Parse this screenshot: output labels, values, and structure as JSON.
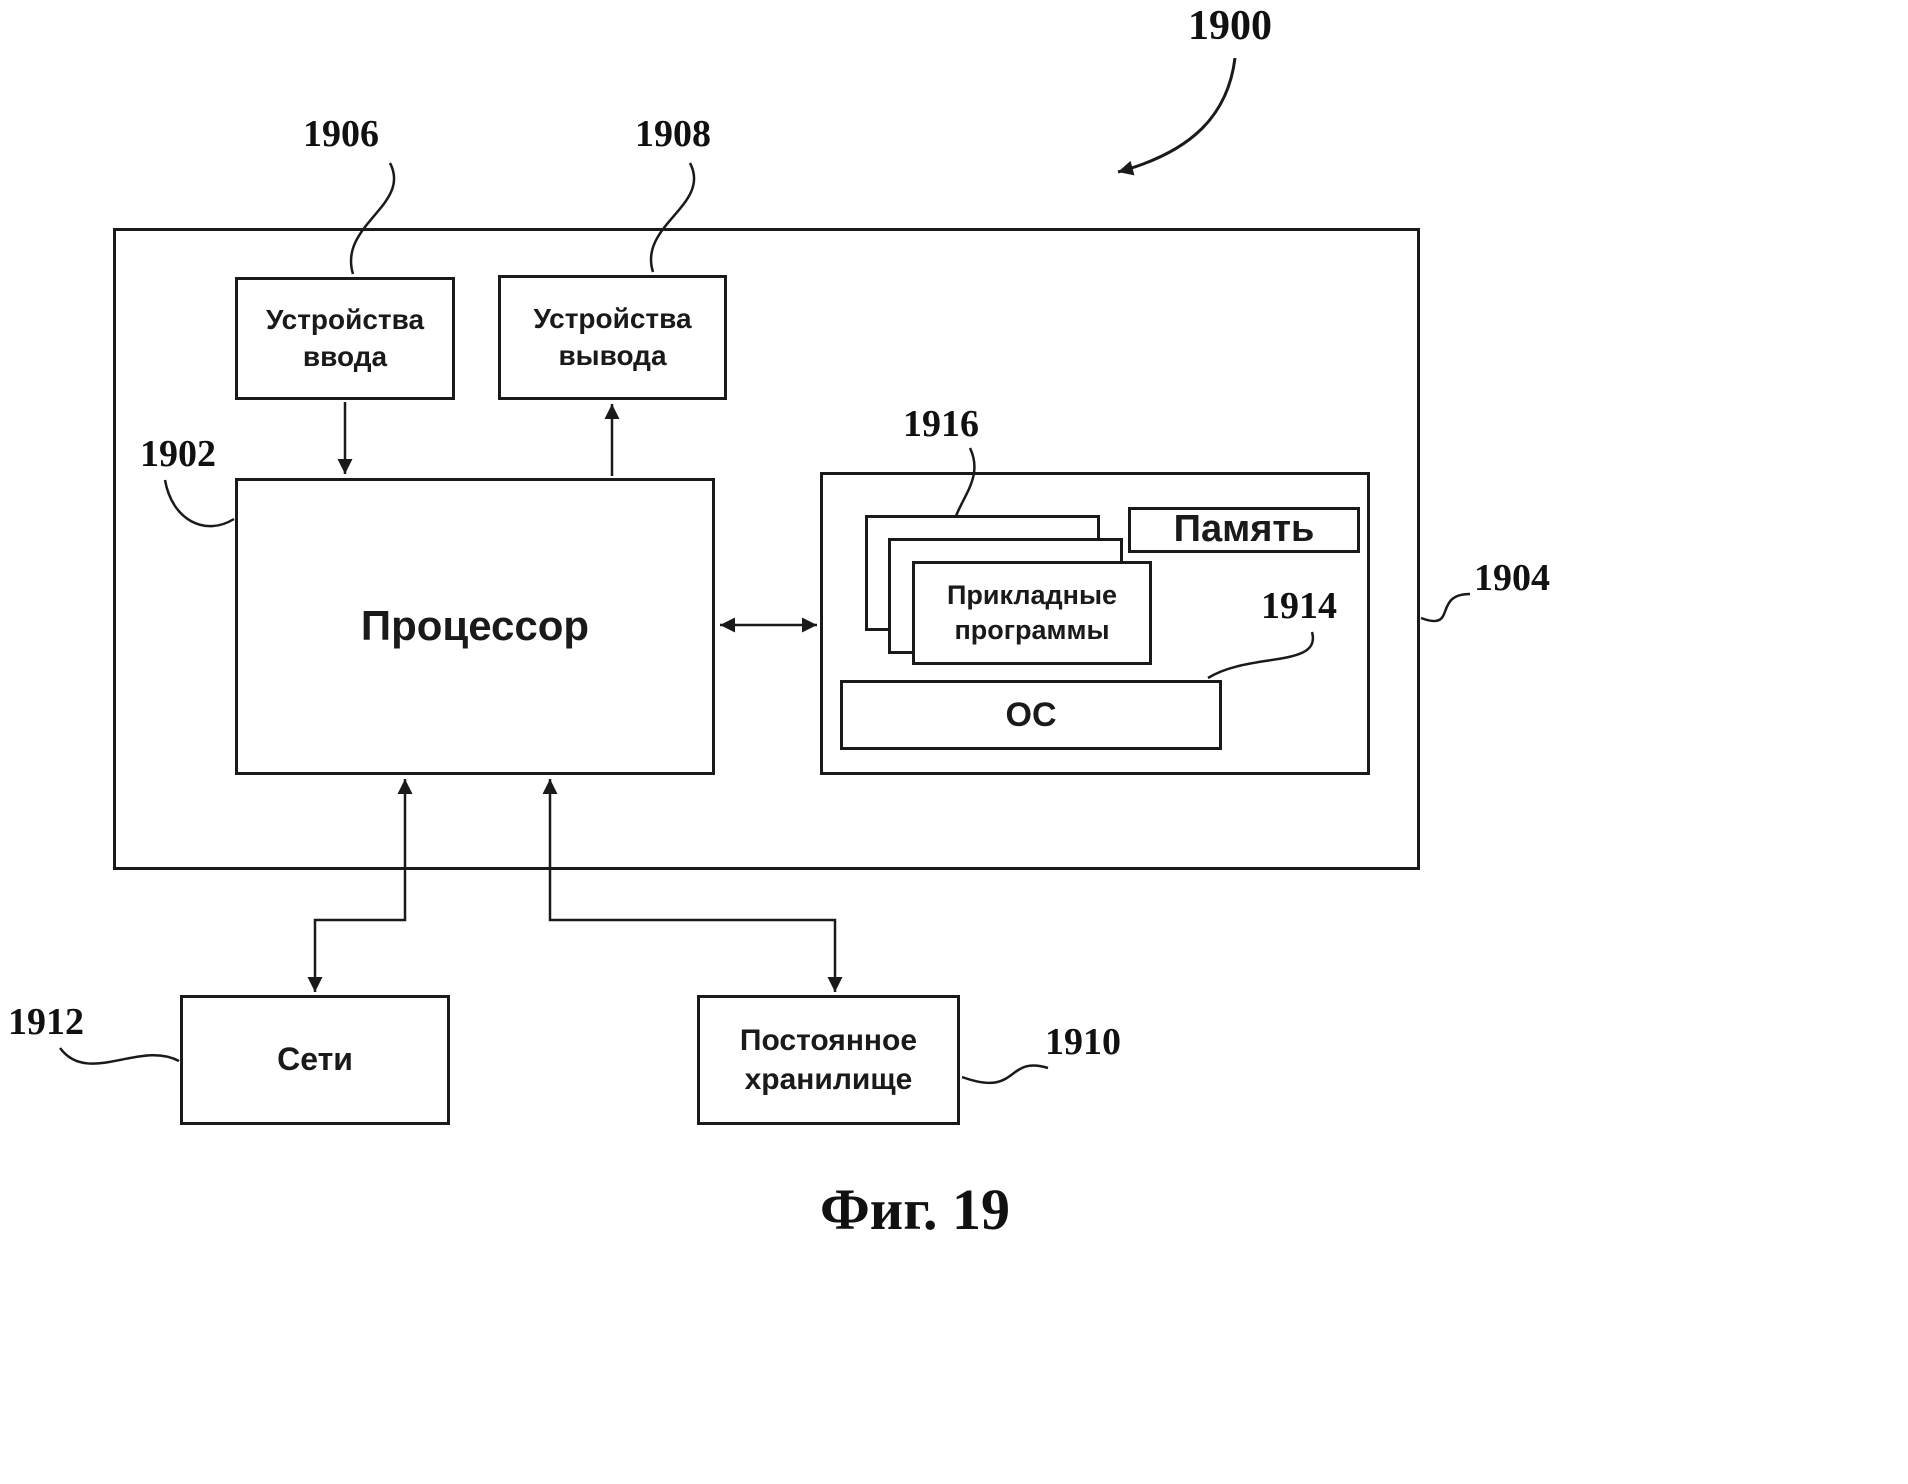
{
  "figure": {
    "caption": "Фиг. 19",
    "ref": "1900"
  },
  "boxes": {
    "input_devices": {
      "label": "Устройства\nввода",
      "ref": "1906"
    },
    "output_devices": {
      "label": "Устройства\nвывода",
      "ref": "1908"
    },
    "processor": {
      "label": "Процессор",
      "ref": "1902"
    },
    "memory": {
      "label": "Память",
      "ref": "1904"
    },
    "app_programs": {
      "label": "Прикладные\nпрограммы",
      "ref": "1916"
    },
    "os": {
      "label": "ОС",
      "ref": "1914"
    },
    "networks": {
      "label": "Сети",
      "ref": "1912"
    },
    "storage": {
      "label": "Постоянное\nхранилище",
      "ref": "1910"
    }
  },
  "colors": {
    "line": "#1a1a1a",
    "background": "#ffffff"
  }
}
